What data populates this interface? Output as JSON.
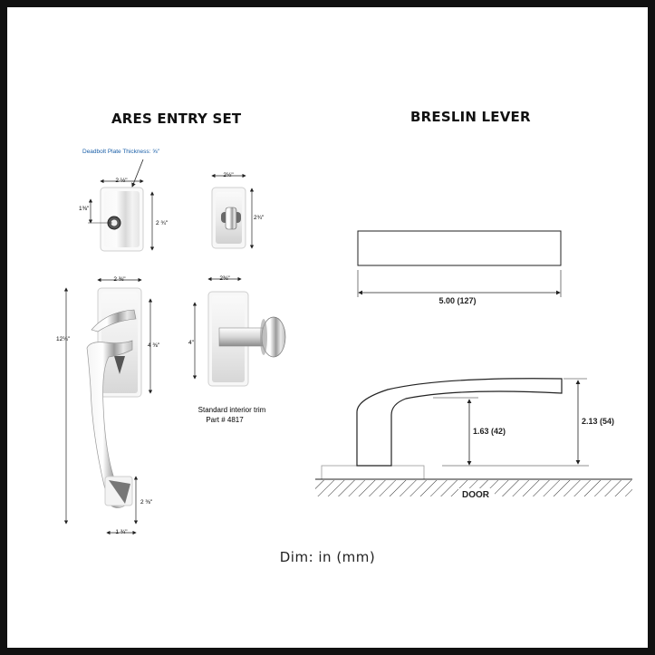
{
  "ares": {
    "title": "ARES ENTRY SET",
    "deadbolt_note": "Deadbolt Plate Thickness: ⅝\"",
    "deadbolt_width": "2 ½\"",
    "deadbolt_height": "2 ¾\"",
    "deadbolt_offset": "1⅜\"",
    "thumbturn_width": "2½\"",
    "thumbturn_height": "2¾\"",
    "grip_top_width": "2 ⅜\"",
    "grip_plate_height": "4 ⅜\"",
    "grip_total_height": "12¼\"",
    "grip_bottom_height": "2 ⅜\"",
    "grip_bottom_width": "1 ¾\"",
    "knob_width": "2⅜\"",
    "knob_height": "4\"",
    "trim_note_line1": "Standard interior trim",
    "trim_note_line2": "Part # 4817"
  },
  "breslin": {
    "title": "BRESLIN LEVER",
    "length": "5.00 (127)",
    "projection": "1.63 (42)",
    "height": "2.13 (54)",
    "door_label": "DOOR"
  },
  "footer": "Dim: in (mm)",
  "colors": {
    "accent_blue": "#1a5fa8",
    "line": "#222222"
  }
}
